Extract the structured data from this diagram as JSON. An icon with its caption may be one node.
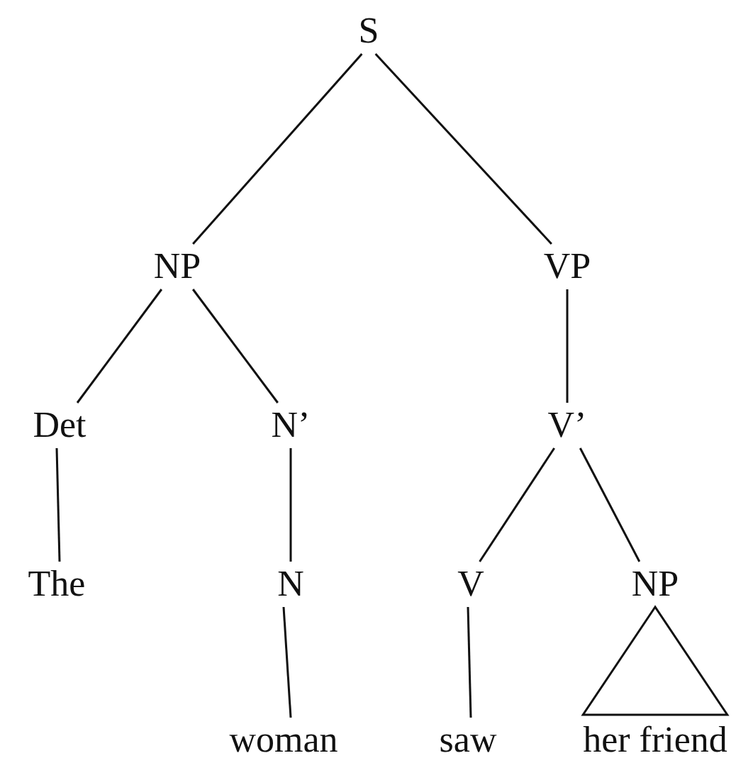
{
  "diagram": {
    "nodes": [
      {
        "text": [
          "S"
        ]
      },
      {
        "text": [
          "NP"
        ]
      },
      {
        "text": [
          "VP"
        ]
      },
      {
        "text": [
          "Det"
        ]
      },
      {
        "text": [
          "N’"
        ]
      },
      {
        "text": [
          "V’"
        ]
      },
      {
        "text": [
          "The"
        ]
      },
      {
        "text": [
          "N"
        ]
      },
      {
        "text": [
          "V"
        ]
      },
      {
        "text": [
          "NP"
        ]
      },
      {
        "text": [
          "woman"
        ]
      },
      {
        "text": [
          "saw"
        ]
      },
      {
        "text": [
          "her friend"
        ]
      }
    ],
    "edges": [
      {
        "from": 0,
        "to": 1,
        "arrow": "none"
      },
      {
        "from": 0,
        "to": 2,
        "arrow": "none"
      },
      {
        "from": 1,
        "to": 3,
        "arrow": "none"
      },
      {
        "from": 1,
        "to": 4,
        "arrow": "none"
      },
      {
        "from": 2,
        "to": 5,
        "arrow": "none"
      },
      {
        "from": 3,
        "to": 6,
        "arrow": "none"
      },
      {
        "from": 4,
        "to": 7,
        "arrow": "none"
      },
      {
        "from": 5,
        "to": 8,
        "arrow": "none"
      },
      {
        "from": 5,
        "to": 9,
        "arrow": "none"
      },
      {
        "from": 7,
        "to": 10,
        "arrow": "none"
      },
      {
        "from": 8,
        "to": 11,
        "arrow": "none"
      },
      {
        "from": 9,
        "to": 12,
        "arrow": "none"
      }
    ]
  }
}
